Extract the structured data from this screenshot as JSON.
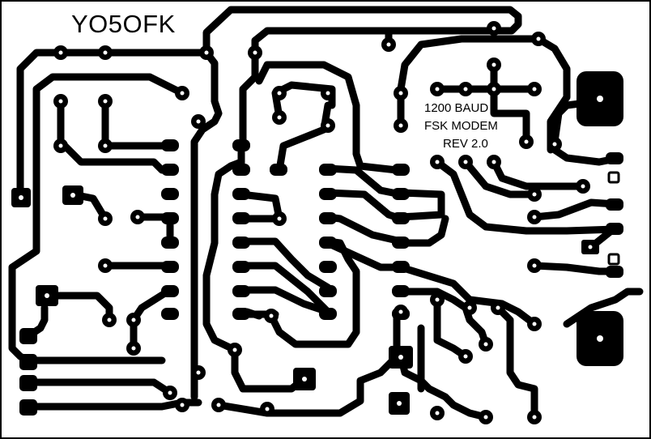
{
  "board": {
    "callsign": "YO5OFK",
    "title_lines": [
      "1200 BAUD",
      "FSK MODEM",
      "REV 2.0"
    ],
    "ink_color": "#000000",
    "background_color": "#ffffff"
  }
}
